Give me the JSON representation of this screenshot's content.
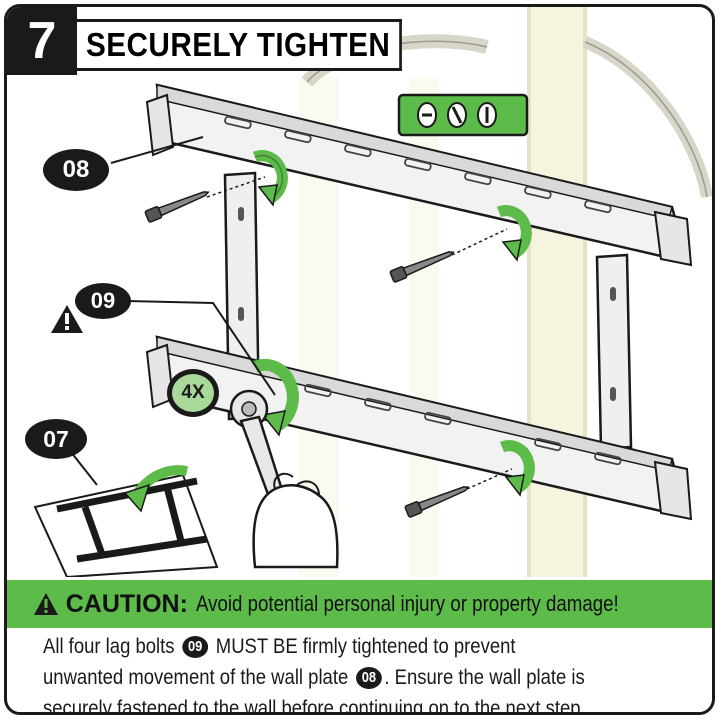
{
  "step": {
    "number": "7",
    "title": "SECURELY TIGHTEN"
  },
  "callouts": {
    "wall_plate": "08",
    "lag_bolt": "09",
    "bracket": "07",
    "quantity": "4X"
  },
  "caution": {
    "word": "CAUTION:",
    "message": "Avoid potential personal injury or property damage!"
  },
  "note": {
    "line1_a": "All four lag bolts",
    "line1_badge": "09",
    "line1_b": "MUST BE firmly tightened to prevent",
    "line2_a": "unwanted movement of the wall plate",
    "line2_badge": "08",
    "line2_b": ". Ensure the wall plate is",
    "line3": "securely fastened to the wall before continuing on to the next step."
  },
  "colors": {
    "accent_green": "#5dbb4a",
    "light_green": "#a8d89a",
    "ink": "#1a1a1a",
    "wall": "#f6f3df"
  },
  "icons": [
    "warning-icon",
    "tighten-arrow-icon",
    "level-icon",
    "wrench-icon",
    "hand-icon",
    "lag-bolt-icon"
  ]
}
